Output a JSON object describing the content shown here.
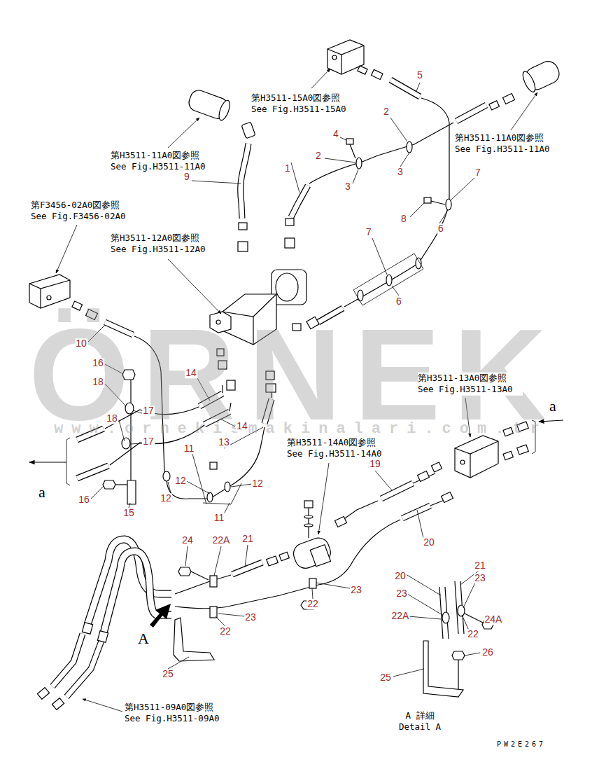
{
  "diagram": {
    "labels": [
      "5",
      "第H3511-15A0図参照 See Fig.H3511-15A0",
      "2",
      "4",
      "第H3511-11A0図参照 See Fig.H3511-11A0",
      "第H3511-11A0図参照 See Fig.H3511-11A0",
      "2",
      "1",
      "3",
      "7",
      "9",
      "3",
      "第F3456-02A0図参照 See Fig.F3456-02A0",
      "8",
      "6",
      "7",
      "第H3511-12A0図参照 See Fig.H3511-12A0",
      "6",
      "ÖRNEK",
      "10",
      "16",
      "14",
      "第H3511-13A0図参照 See Fig.H3511-13A0",
      "18",
      "a",
      "17",
      "18",
      "www.ornekismakinalari.com.tr",
      "14",
      "17",
      "13",
      "11",
      "第H3511-14A0図参照 See Fig.H3511-14A0",
      "19",
      "12",
      "12",
      "a",
      "12",
      "16",
      "15",
      "11",
      "24",
      "22A",
      "21",
      "20",
      "21",
      "20",
      "23",
      "23",
      "23",
      "22",
      "22A",
      "23",
      "24A",
      "22",
      "22",
      "A",
      "26",
      "25",
      "25",
      "第H3511-09A0図参照 See Fig.H3511-09A0",
      "A 詳細 Detail A",
      "PW2E267"
    ]
  }
}
